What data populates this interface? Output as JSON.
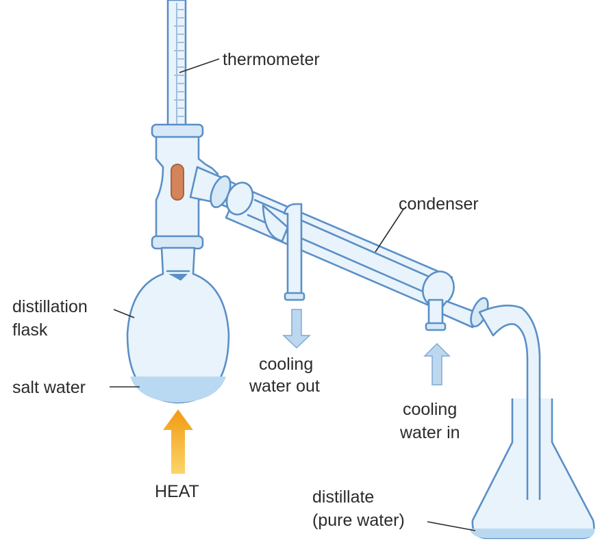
{
  "labels": {
    "thermometer": "thermometer",
    "condenser": "condenser",
    "flask_line1": "distillation",
    "flask_line2": "flask",
    "salt_water": "salt water",
    "heat": "HEAT",
    "water_out_line1": "cooling",
    "water_out_line2": "water out",
    "water_in_line1": "cooling",
    "water_in_line2": "water in",
    "distillate_line1": "distillate",
    "distillate_line2": "(pure water)"
  },
  "colors": {
    "glass_outline": "#5a8fc6",
    "glass_fill": "#e9f3fb",
    "water": "#b9d8f2",
    "mercury": "#d4845a",
    "heat_arrow": "#f2a81d",
    "flow_arrow": "#a9c9ea",
    "text": "#2b2b2b"
  }
}
